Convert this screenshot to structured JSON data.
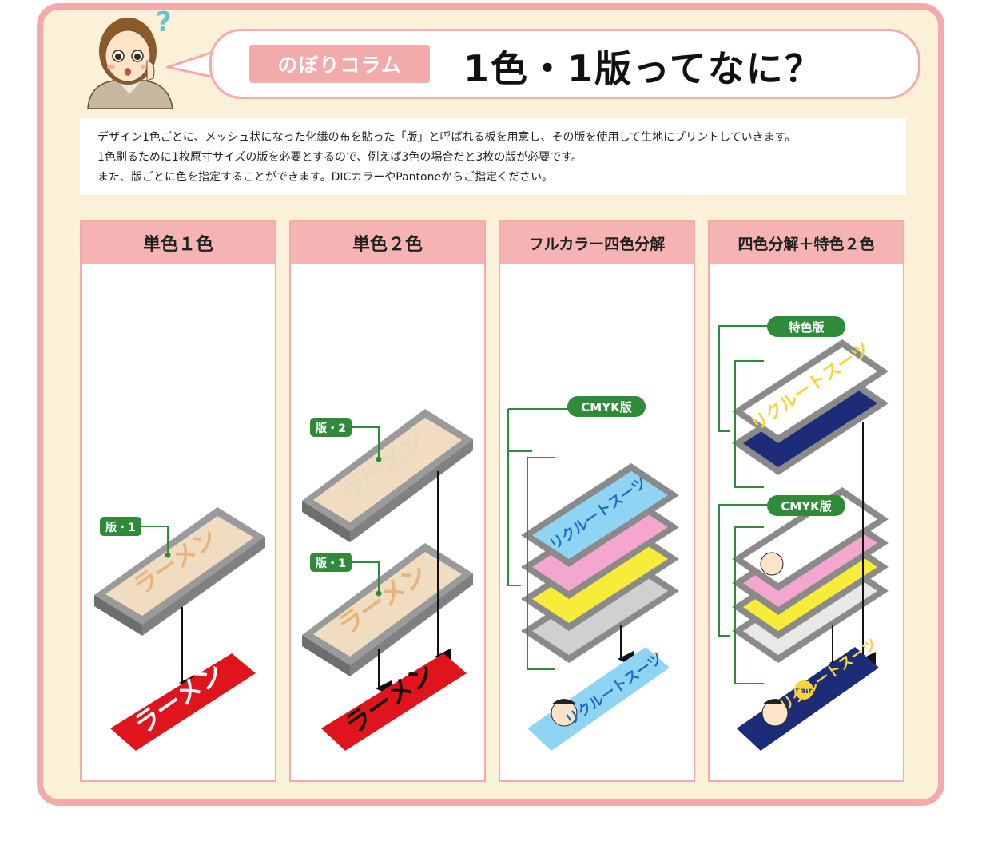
{
  "header": {
    "badge": "のぼりコラム",
    "title": "1色・1版ってなに？",
    "question_mark": "?"
  },
  "description": [
    "デザイン1色ごとに、メッシュ状になった化繊の布を貼った「版」と呼ばれる板を用意し、その版を使用して生地にプリントしていきます。",
    "1色刷るために1枚原寸サイズの版を必要とするので、例えば3色の場合だと3枚の版が必要です。",
    "また、版ごとに色を指定することができます。DICカラーやPantoneからご指定ください。"
  ],
  "panels": [
    {
      "title": "単色１色",
      "labels": [
        "版・1"
      ]
    },
    {
      "title": "単色２色",
      "labels": [
        "版・2",
        "版・1"
      ]
    },
    {
      "title": "フルカラー四色分解",
      "labels": [
        "CMYK版"
      ]
    },
    {
      "title": "四色分解＋特色２色",
      "labels": [
        "特色版",
        "CMYK版"
      ]
    }
  ],
  "artwork": {
    "ramen_text": "ラーメン",
    "recruit_text": "リクルートスーツ",
    "fair_text": "Fair"
  },
  "colors": {
    "frame": "#f2aaaa",
    "background": "#fbf1d8",
    "label_green": "#2f8a3a",
    "ramen_red": "#e0141c",
    "plate_beige": "#f0dcc0",
    "navy": "#1c2c78",
    "yellow": "#f8d43a"
  }
}
